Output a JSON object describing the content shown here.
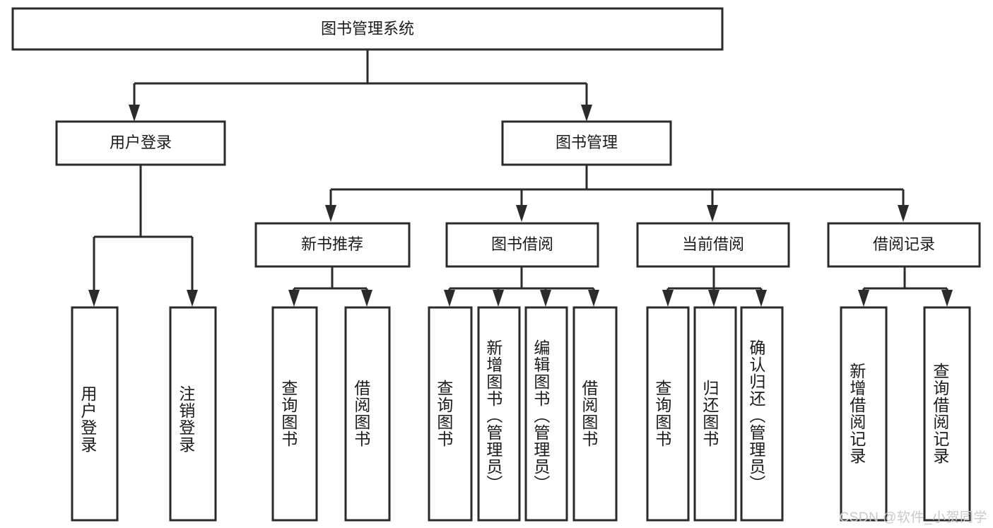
{
  "diagram": {
    "title": "图书管理系统",
    "type": "tree",
    "orientation": "top-down",
    "background_color": "#ffffff",
    "line_color": "#2b2b2b",
    "box_fill": "#ffffff",
    "text_color": "#1b1b1b"
  },
  "watermark": {
    "text": "CSDN @软件_小贺同学",
    "color": "#c9c9c9"
  },
  "nodes": {
    "root": {
      "label": "图书管理系统",
      "level": 0,
      "orientation": "horizontal"
    },
    "l1": [
      {
        "id": "user-login",
        "label": "用户登录",
        "level": 1,
        "orientation": "horizontal"
      },
      {
        "id": "book-manage",
        "label": "图书管理",
        "level": 1,
        "orientation": "horizontal"
      }
    ],
    "l2": [
      {
        "id": "new-book-recommend",
        "label": "新书推荐",
        "level": 2,
        "orientation": "horizontal"
      },
      {
        "id": "book-borrow",
        "label": "图书借阅",
        "level": 2,
        "orientation": "horizontal"
      },
      {
        "id": "current-borrow",
        "label": "当前借阅",
        "level": 2,
        "orientation": "horizontal"
      },
      {
        "id": "borrow-record",
        "label": "借阅记录",
        "level": 2,
        "orientation": "horizontal"
      }
    ],
    "leaves": [
      {
        "id": "leaf-user-login",
        "label": "用户登录",
        "parent": "user-login",
        "orientation": "vertical"
      },
      {
        "id": "leaf-logout-login",
        "label": "注销登录",
        "parent": "user-login",
        "orientation": "vertical"
      },
      {
        "id": "leaf-query-book-1",
        "label": "查询图书",
        "parent": "new-book-recommend",
        "orientation": "vertical"
      },
      {
        "id": "leaf-borrow-book-1",
        "label": "借阅图书",
        "parent": "new-book-recommend",
        "orientation": "vertical"
      },
      {
        "id": "leaf-query-book-2",
        "label": "查询图书",
        "parent": "book-borrow",
        "orientation": "vertical"
      },
      {
        "id": "leaf-add-book",
        "label": "新增图书（管理员）",
        "parent": "book-borrow",
        "orientation": "vertical"
      },
      {
        "id": "leaf-edit-book",
        "label": "编辑图书（管理员）",
        "parent": "book-borrow",
        "orientation": "vertical"
      },
      {
        "id": "leaf-borrow-book-2",
        "label": "借阅图书",
        "parent": "book-borrow",
        "orientation": "vertical"
      },
      {
        "id": "leaf-query-book-3",
        "label": "查询图书",
        "parent": "current-borrow",
        "orientation": "vertical"
      },
      {
        "id": "leaf-return-book",
        "label": "归还图书",
        "parent": "current-borrow",
        "orientation": "vertical"
      },
      {
        "id": "leaf-confirm-return",
        "label": "确认归还（管理员）",
        "parent": "current-borrow",
        "orientation": "vertical"
      },
      {
        "id": "leaf-add-record",
        "label": "新增借阅记录",
        "parent": "borrow-record",
        "orientation": "vertical"
      },
      {
        "id": "leaf-query-record",
        "label": "查询借阅记录",
        "parent": "borrow-record",
        "orientation": "vertical"
      }
    ]
  },
  "edges": [
    {
      "from": "图书管理系统",
      "to": "用户登录"
    },
    {
      "from": "图书管理系统",
      "to": "图书管理"
    },
    {
      "from": "图书管理",
      "to": "新书推荐"
    },
    {
      "from": "图书管理",
      "to": "图书借阅"
    },
    {
      "from": "图书管理",
      "to": "当前借阅"
    },
    {
      "from": "图书管理",
      "to": "借阅记录"
    },
    {
      "from": "用户登录",
      "to": "用户登录"
    },
    {
      "from": "用户登录",
      "to": "注销登录"
    },
    {
      "from": "新书推荐",
      "to": "查询图书"
    },
    {
      "from": "新书推荐",
      "to": "借阅图书"
    },
    {
      "from": "图书借阅",
      "to": "查询图书"
    },
    {
      "from": "图书借阅",
      "to": "新增图书（管理员）"
    },
    {
      "from": "图书借阅",
      "to": "编辑图书（管理员）"
    },
    {
      "from": "图书借阅",
      "to": "借阅图书"
    },
    {
      "from": "当前借阅",
      "to": "查询图书"
    },
    {
      "from": "当前借阅",
      "to": "归还图书"
    },
    {
      "from": "当前借阅",
      "to": "确认归还（管理员）"
    },
    {
      "from": "借阅记录",
      "to": "新增借阅记录"
    },
    {
      "from": "借阅记录",
      "to": "查询借阅记录"
    }
  ]
}
